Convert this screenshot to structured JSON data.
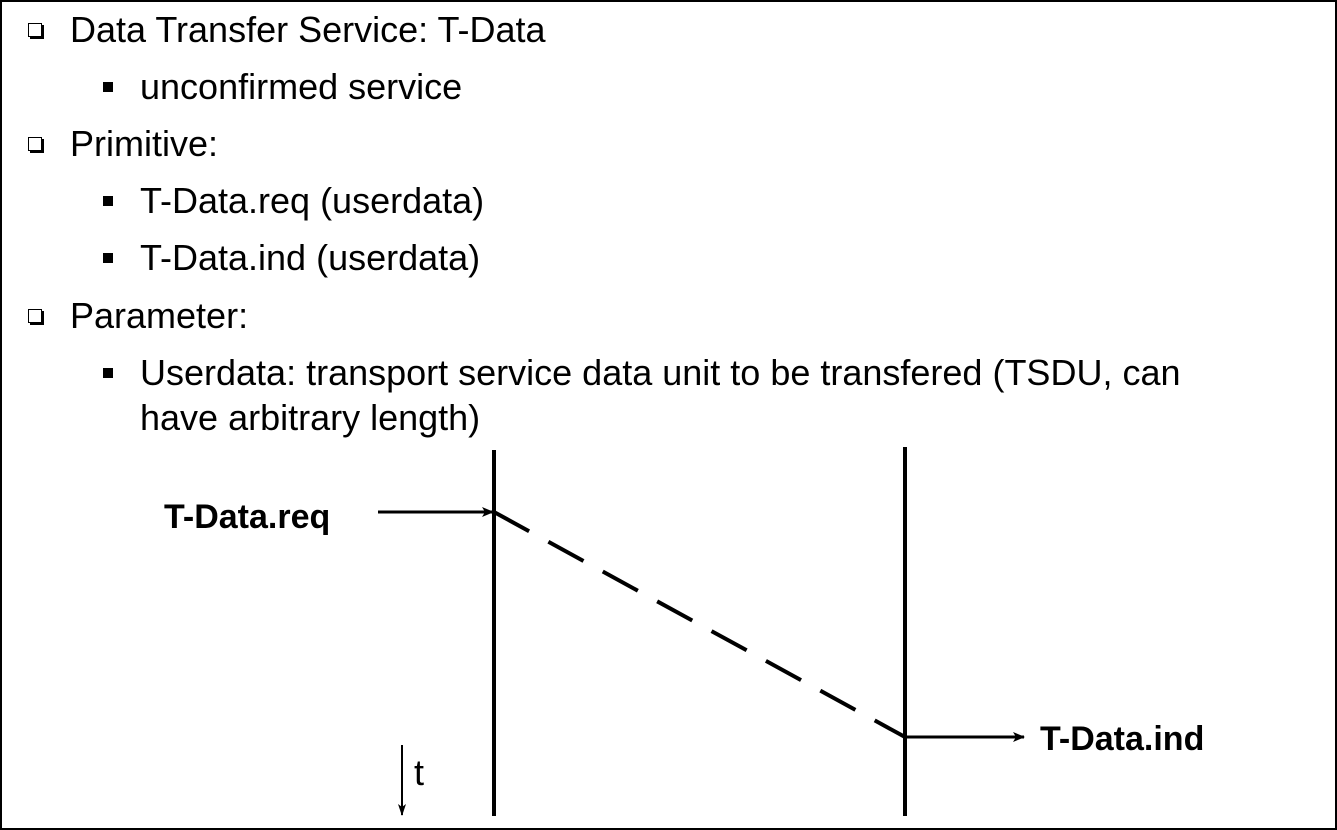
{
  "bullets": [
    {
      "level": 1,
      "text": "Data Transfer Service: T-Data"
    },
    {
      "level": 2,
      "text": "unconfirmed service"
    },
    {
      "level": 1,
      "text": "Primitive:"
    },
    {
      "level": 2,
      "text": "T-Data.req (userdata)"
    },
    {
      "level": 2,
      "text": "T-Data.ind (userdata)"
    },
    {
      "level": 1,
      "text": "Parameter:"
    },
    {
      "level": 2,
      "text": "Userdata: transport service data unit to be transfered (TSDU, can"
    },
    {
      "level": 2,
      "text": "have arbitrary length)"
    }
  ],
  "diagram": {
    "request_label": "T-Data.req",
    "indication_label": "T-Data.ind",
    "time_label": "t"
  }
}
